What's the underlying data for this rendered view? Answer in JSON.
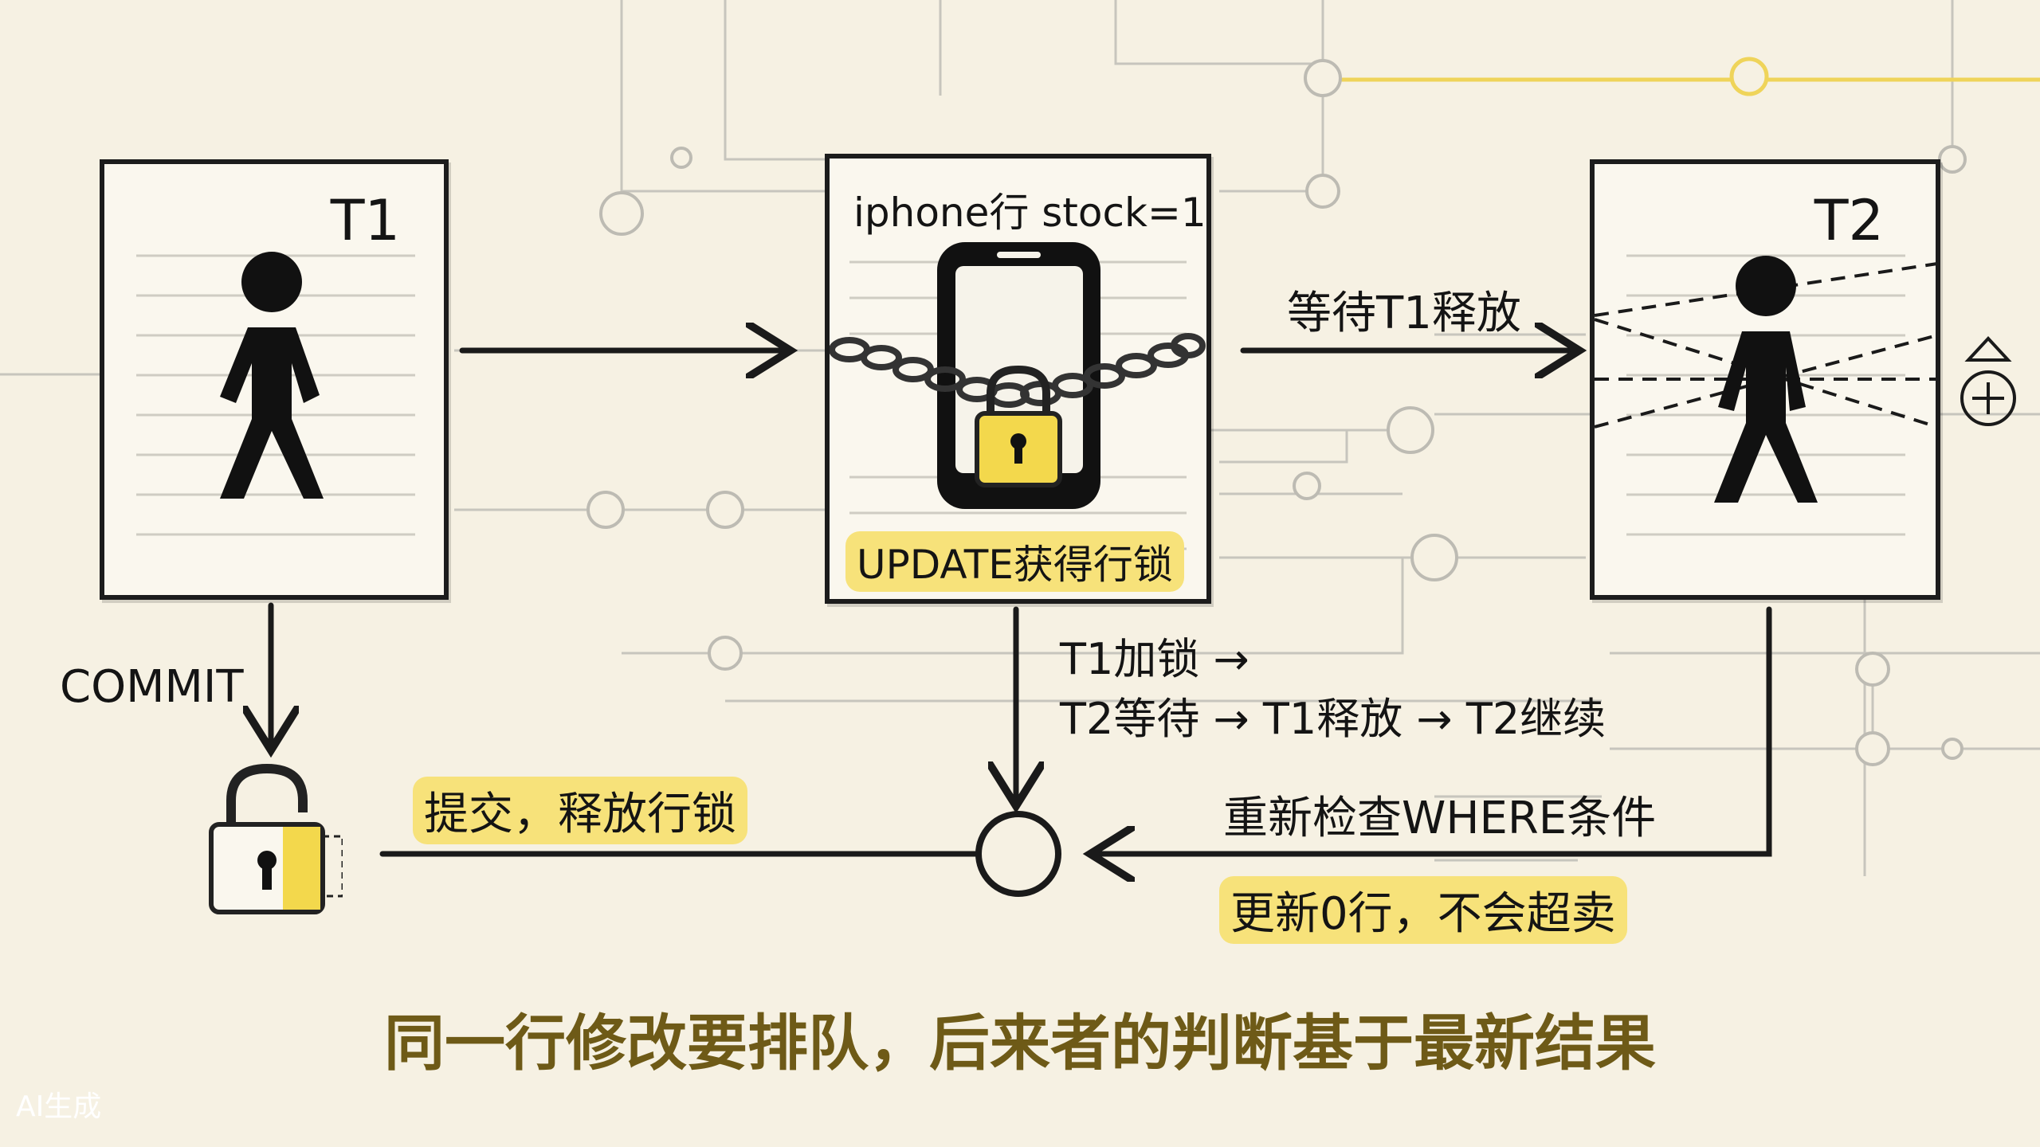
{
  "cards": {
    "t1": {
      "title": "T1"
    },
    "row": {
      "title": "iphone行 stock=1",
      "caption": "UPDATE获得行锁"
    },
    "t2": {
      "title": "T2"
    }
  },
  "labels": {
    "wait": "等待T1释放",
    "commit": "COMMIT",
    "flow_line1": "T1加锁 →",
    "flow_line2": "T2等待 → T1释放 → T2继续",
    "release": "提交，释放行锁",
    "recheck": "重新检查WHERE条件",
    "result": "更新0行，不会超卖",
    "summary": "同一行修改要排队，后来者的判断基于最新结果",
    "watermark": "AI生成"
  },
  "colors": {
    "ink": "#141414",
    "highlight": "#f7e27a",
    "lock_yellow": "#f3d84c",
    "summary": "#6e5a17"
  },
  "icons": [
    "person-walking-icon",
    "phone-icon",
    "chain-icon",
    "padlock-closed-icon",
    "padlock-open-icon",
    "plus-circle-icon"
  ]
}
